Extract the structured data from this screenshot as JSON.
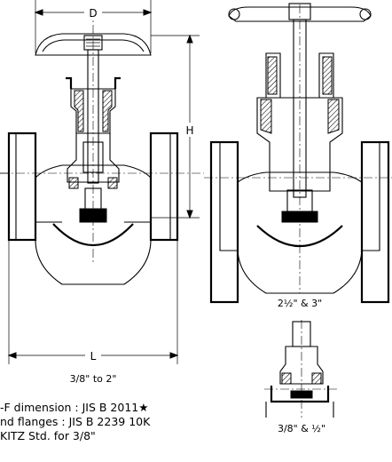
{
  "dimensions": {
    "D": "D",
    "H": "H",
    "L": "L"
  },
  "views": {
    "main_caption": "3/8\" to 2\"",
    "right_caption": "2½\" & 3\"",
    "small_caption": "3/8\" & ½\""
  },
  "notes": {
    "line1": "-F dimension : JIS B 2011★",
    "line2": "nd flanges :    JIS B 2239 10K",
    "line3": "KITZ Std. for  3/8\""
  }
}
